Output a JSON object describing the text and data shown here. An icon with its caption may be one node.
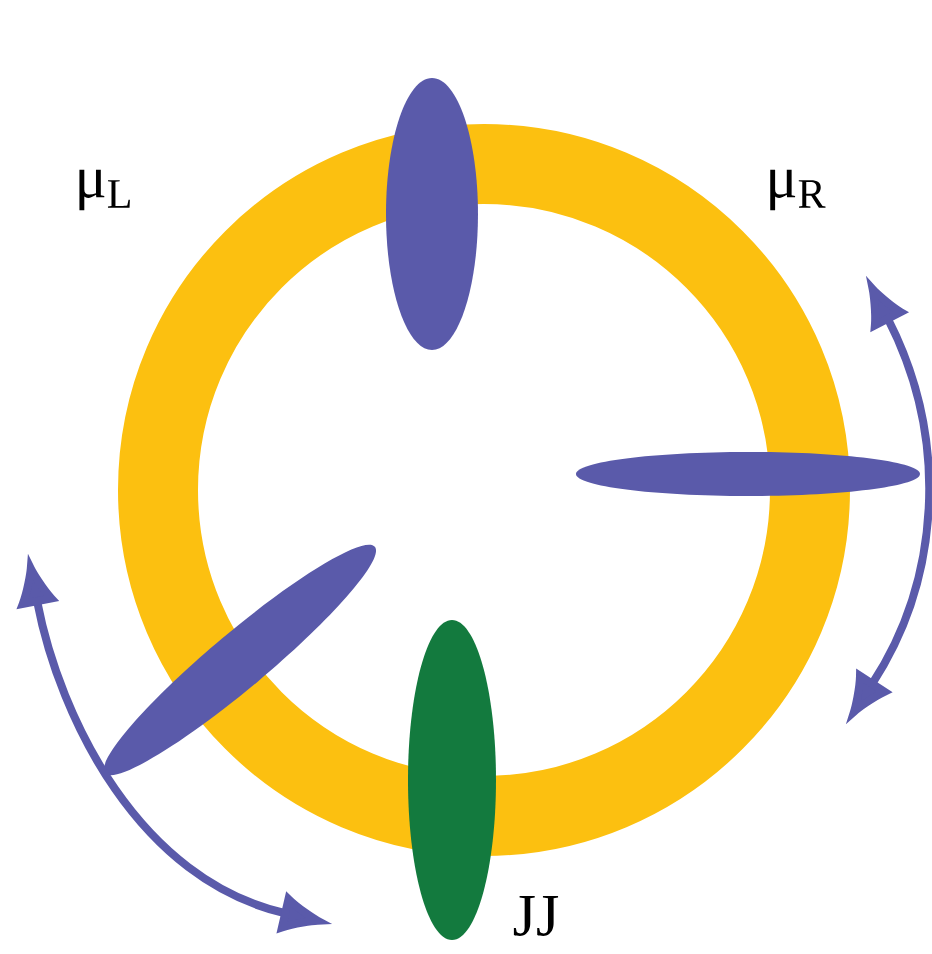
{
  "diagram": {
    "labels": [
      "μ$_{L}$",
      "μ$_{R}$",
      "JJ"
    ]
  }
}
